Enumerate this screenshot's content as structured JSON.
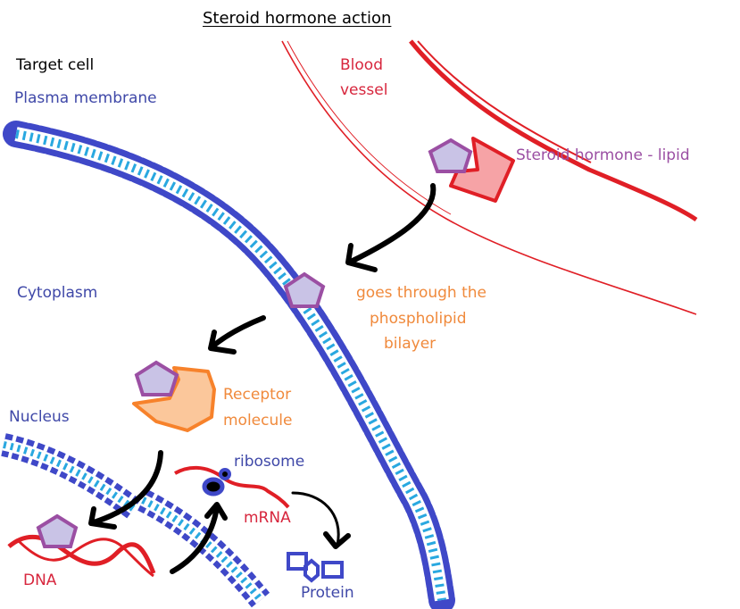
{
  "title": "Steroid hormone action",
  "labels": {
    "target_cell": "Target cell",
    "plasma_membrane": "Plasma membrane",
    "blood_vessel_line1": "Blood",
    "blood_vessel_line2": "vessel",
    "steroid_hormone": "Steroid hormone - lipid",
    "cytoplasm": "Cytoplasm",
    "goes_through_line1": "goes through the",
    "goes_through_line2": "phospholipid",
    "goes_through_line3": "bilayer",
    "receptor_line1": "Receptor",
    "receptor_line2": "molecule",
    "nucleus": "Nucleus",
    "ribosome": "ribosome",
    "mrna": "mRNA",
    "dna": "DNA",
    "protein": "Protein"
  },
  "colors": {
    "membrane_outer": "#3f48c8",
    "membrane_inner": "#29a8e0",
    "blood_vessel": "#e01f26",
    "hormone_fill": "#c9c3e6",
    "hormone_stroke": "#9b4fa3",
    "receptor_fill": "#fbc79b",
    "receptor_stroke": "#f7822b",
    "carrier_fill": "#f6a3a6",
    "carrier_stroke": "#e01f26",
    "arrow": "#000000",
    "nucleic_acid": "#e01f26",
    "ribosome": "#3f48c8",
    "protein": "#3f48c8"
  }
}
